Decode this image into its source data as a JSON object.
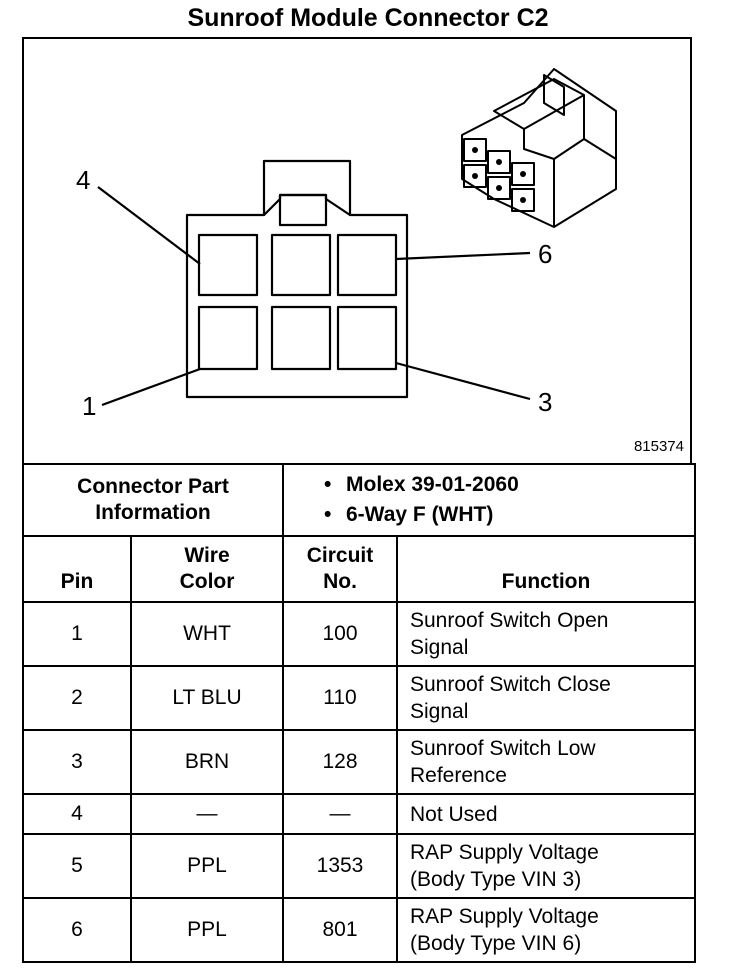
{
  "title": "Sunroof Module Connector C2",
  "diagram": {
    "figure_number": "815374",
    "pin_callouts": [
      {
        "label": "4"
      },
      {
        "label": "6"
      },
      {
        "label": "1"
      },
      {
        "label": "3"
      }
    ]
  },
  "connector_info": {
    "label_line1": "Connector Part",
    "label_line2": "Information",
    "bullet": "•",
    "items": [
      "Molex 39-01-2060",
      "6-Way F (WHT)"
    ]
  },
  "table": {
    "headers": {
      "pin": "Pin",
      "wire_color_line1": "Wire",
      "wire_color_line2": "Color",
      "circuit_line1": "Circuit",
      "circuit_line2": "No.",
      "function": "Function"
    },
    "rows": [
      {
        "pin": "1",
        "wire": "WHT",
        "circuit": "100",
        "function_line1": "Sunroof Switch Open",
        "function_line2": "Signal"
      },
      {
        "pin": "2",
        "wire": "LT BLU",
        "circuit": "110",
        "function_line1": "Sunroof Switch Close",
        "function_line2": "Signal"
      },
      {
        "pin": "3",
        "wire": "BRN",
        "circuit": "128",
        "function_line1": "Sunroof Switch Low",
        "function_line2": "Reference"
      },
      {
        "pin": "4",
        "wire": "—",
        "circuit": "—",
        "function_line1": "Not Used",
        "function_line2": ""
      },
      {
        "pin": "5",
        "wire": "PPL",
        "circuit": "1353",
        "function_line1": "RAP Supply Voltage",
        "function_line2": "(Body Type VIN 3)"
      },
      {
        "pin": "6",
        "wire": "PPL",
        "circuit": "801",
        "function_line1": "RAP Supply Voltage",
        "function_line2": "(Body Type VIN 6)"
      }
    ]
  }
}
